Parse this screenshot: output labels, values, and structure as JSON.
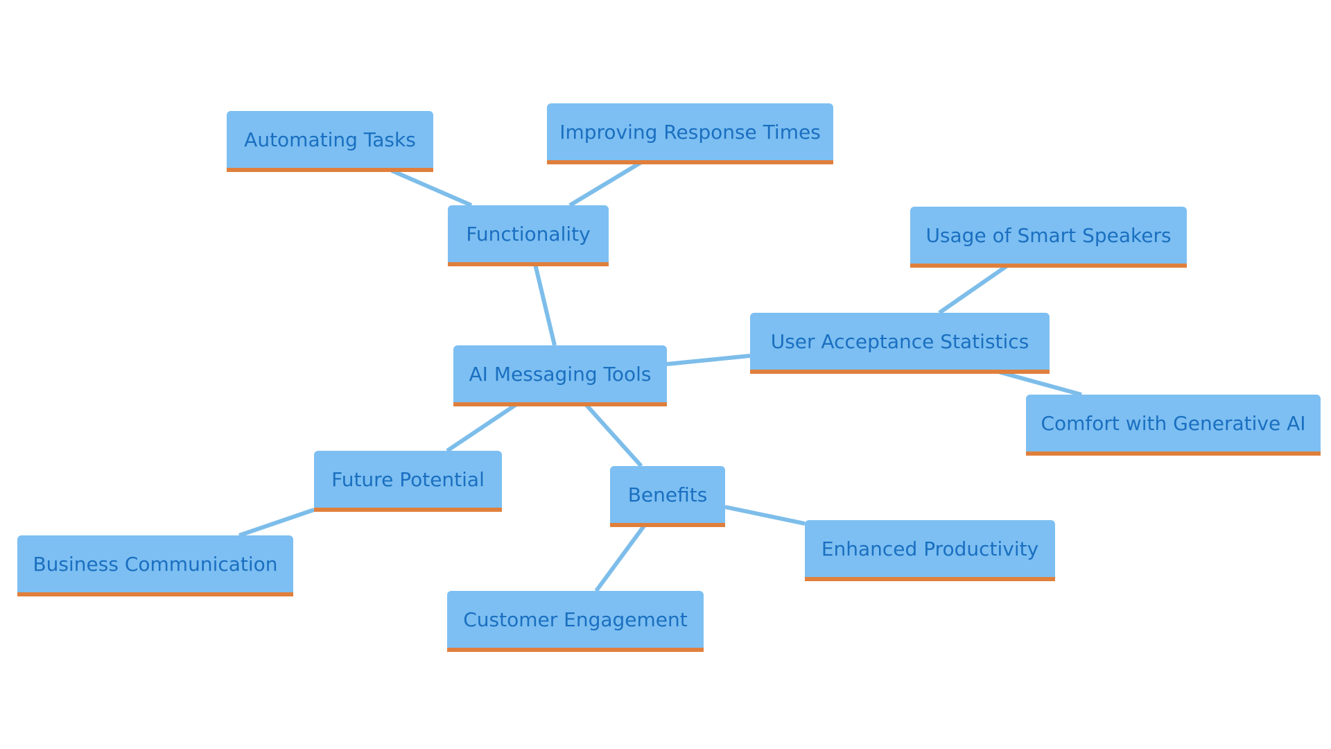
{
  "diagram": {
    "type": "mind-map",
    "colors": {
      "node_fill": "#7dbff2",
      "node_text": "#1a6fc0",
      "node_underline": "#e07f3c",
      "edge": "#7dbdea",
      "background": "#ffffff"
    },
    "nodes": {
      "root": "AI Messaging Tools",
      "functionality": "Functionality",
      "automating_tasks": "Automating Tasks",
      "improving_response_times": "Improving Response Times",
      "user_acceptance_statistics": "User Acceptance Statistics",
      "usage_of_smart_speakers": "Usage of Smart Speakers",
      "comfort_with_generative_ai": "Comfort with Generative AI",
      "future_potential": "Future Potential",
      "business_communication": "Business Communication",
      "benefits": "Benefits",
      "enhanced_productivity": "Enhanced Productivity",
      "customer_engagement": "Customer Engagement"
    },
    "edges": [
      [
        "root",
        "functionality"
      ],
      [
        "functionality",
        "automating_tasks"
      ],
      [
        "functionality",
        "improving_response_times"
      ],
      [
        "root",
        "user_acceptance_statistics"
      ],
      [
        "user_acceptance_statistics",
        "usage_of_smart_speakers"
      ],
      [
        "user_acceptance_statistics",
        "comfort_with_generative_ai"
      ],
      [
        "root",
        "future_potential"
      ],
      [
        "future_potential",
        "business_communication"
      ],
      [
        "root",
        "benefits"
      ],
      [
        "benefits",
        "enhanced_productivity"
      ],
      [
        "benefits",
        "customer_engagement"
      ]
    ]
  }
}
